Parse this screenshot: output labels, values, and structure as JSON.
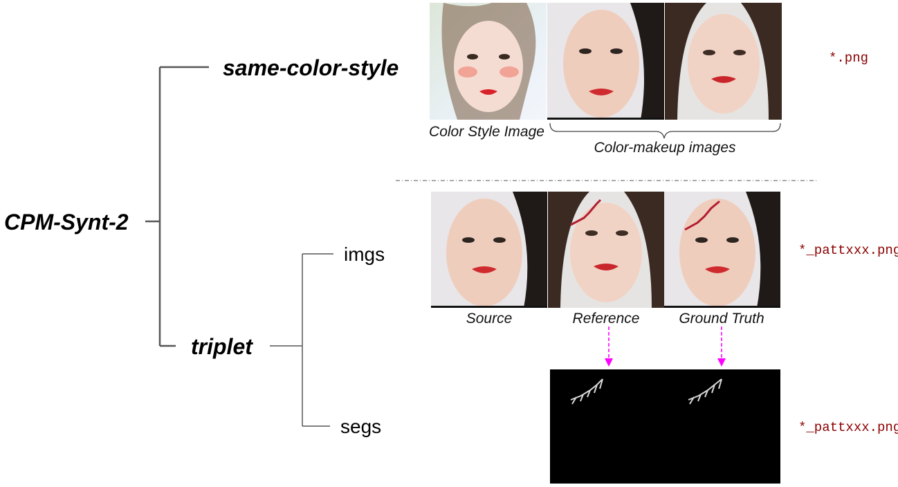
{
  "tree": {
    "root": "CPM-Synt-2",
    "branch_same": "same-color-style",
    "branch_triplet": "triplet",
    "leaf_imgs": "imgs",
    "leaf_segs": "segs"
  },
  "same_color_style": {
    "caption_style": "Color Style Image",
    "caption_makeup": "Color-makeup images",
    "file_pattern": "*.png"
  },
  "triplet": {
    "caption_source": "Source",
    "caption_reference": "Reference",
    "caption_gt": "Ground Truth",
    "imgs_file_pattern": "*_pattxxx.png",
    "segs_file_pattern": "*_pattxxx.png"
  },
  "colors": {
    "tree_line": "#555555",
    "file_text": "#8b0000",
    "arrow": "#ff00ff",
    "separator": "#777777"
  }
}
